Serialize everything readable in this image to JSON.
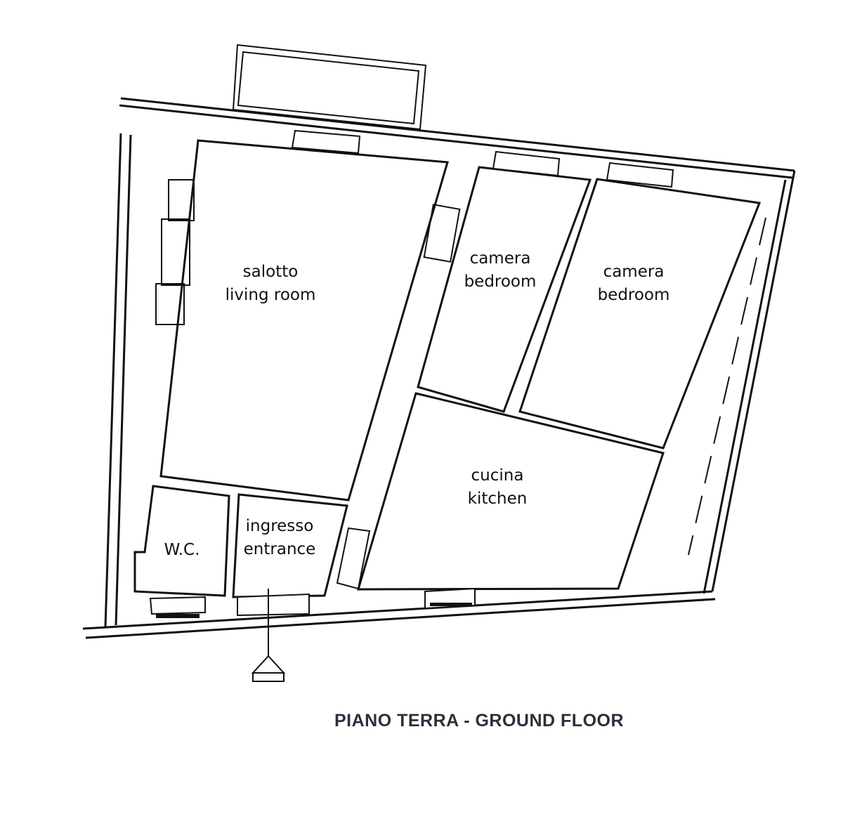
{
  "title": "PIANO TERRA - GROUND FLOOR",
  "rooms": {
    "salotto": {
      "it": "salotto",
      "en": "living room"
    },
    "camera1": {
      "it": "camera",
      "en": "bedroom"
    },
    "camera2": {
      "it": "camera",
      "en": "bedroom"
    },
    "cucina": {
      "it": "cucina",
      "en": "kitchen"
    },
    "ingresso": {
      "it": "ingresso",
      "en": "entrance"
    },
    "wc": {
      "it": "W.C."
    }
  }
}
